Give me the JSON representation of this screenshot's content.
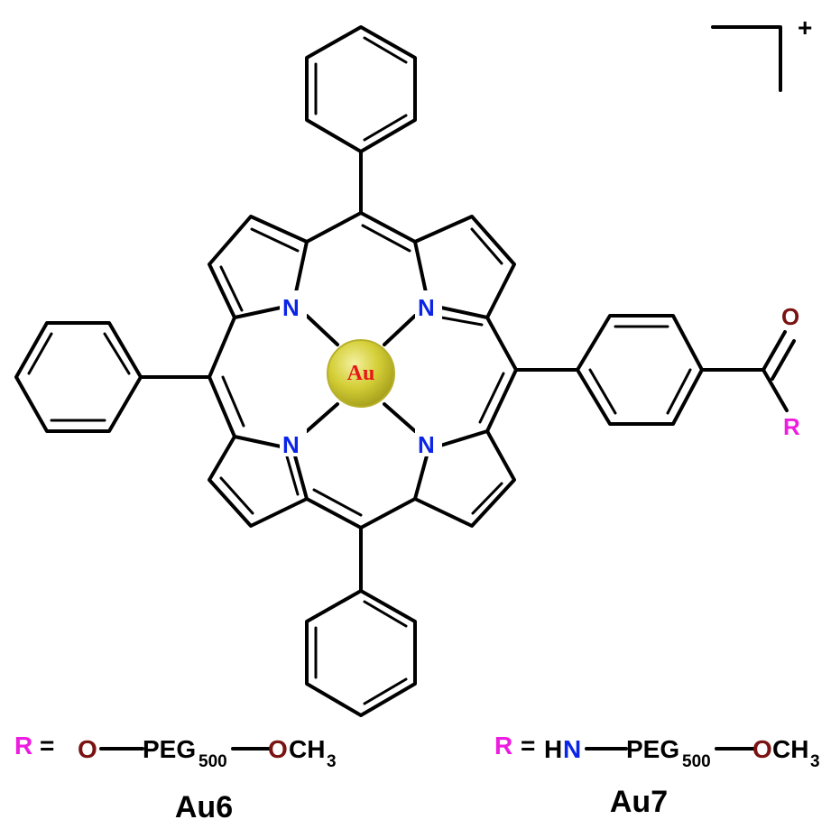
{
  "molecule": {
    "charge": "+",
    "metal": "Au",
    "nitrogen": "N",
    "oxygen": "O",
    "substituent": "R"
  },
  "definitions": [
    {
      "r_symbol": "R",
      "equals": "=",
      "link_atom": "O",
      "peg": "PEG",
      "peg_sub": "500",
      "end_o": "O",
      "end_group": "CH",
      "end_sub": "3",
      "compound": "Au6"
    },
    {
      "r_symbol": "R",
      "equals": "=",
      "link_h": "H",
      "link_n": "N",
      "peg": "PEG",
      "peg_sub": "500",
      "end_o": "O",
      "end_group": "CH",
      "end_sub": "3",
      "compound": "Au7"
    }
  ],
  "colors": {
    "nitrogen": "#0b24e6",
    "metal_label": "#e8161b",
    "metal_ball": "#d4cf37",
    "oxygen": "#7a1212",
    "r_group": "#ee1be0",
    "bond": "#000000"
  }
}
